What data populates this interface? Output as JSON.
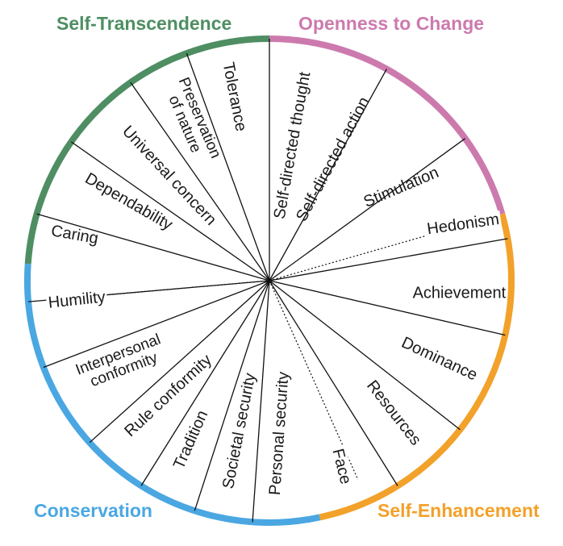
{
  "quadrants": [
    {
      "id": "self-transcendence",
      "title": "Self-Transcendence",
      "color": "#4e8e62"
    },
    {
      "id": "openness",
      "title": "Openness to Change",
      "color": "#cc7aae"
    },
    {
      "id": "self-enhancement",
      "title": "Self-Enhancement",
      "color": "#f2a12a"
    },
    {
      "id": "conservation",
      "title": "Conservation",
      "color": "#4aa7e2"
    }
  ],
  "values": [
    {
      "id": "self-directed-thought",
      "lines": [
        "Self-directed thought"
      ],
      "quadrant": "openness"
    },
    {
      "id": "self-directed-action",
      "lines": [
        "Self-directed action"
      ],
      "quadrant": "openness"
    },
    {
      "id": "stimulation",
      "lines": [
        "Stimulation"
      ],
      "quadrant": "openness"
    },
    {
      "id": "hedonism",
      "lines": [
        "Hedonism"
      ],
      "quadrant": "openness/self-enhancement"
    },
    {
      "id": "achievement",
      "lines": [
        "Achievement"
      ],
      "quadrant": "self-enhancement"
    },
    {
      "id": "dominance",
      "lines": [
        "Dominance"
      ],
      "quadrant": "self-enhancement"
    },
    {
      "id": "resources",
      "lines": [
        "Resources"
      ],
      "quadrant": "self-enhancement"
    },
    {
      "id": "face",
      "lines": [
        "Face"
      ],
      "quadrant": "self-enhancement/conservation"
    },
    {
      "id": "personal-security",
      "lines": [
        "Personal security"
      ],
      "quadrant": "conservation"
    },
    {
      "id": "societal-security",
      "lines": [
        "Societal security"
      ],
      "quadrant": "conservation"
    },
    {
      "id": "tradition",
      "lines": [
        "Tradition"
      ],
      "quadrant": "conservation"
    },
    {
      "id": "rule-conformity",
      "lines": [
        "Rule conformity"
      ],
      "quadrant": "conservation"
    },
    {
      "id": "interpersonal-conformity",
      "lines": [
        "Interpersonal",
        "conformity"
      ],
      "quadrant": "conservation"
    },
    {
      "id": "humility",
      "lines": [
        "Humility"
      ],
      "quadrant": "conservation/self-transcendence"
    },
    {
      "id": "caring",
      "lines": [
        "Caring"
      ],
      "quadrant": "self-transcendence"
    },
    {
      "id": "dependability",
      "lines": [
        "Dependability"
      ],
      "quadrant": "self-transcendence"
    },
    {
      "id": "universal-concern",
      "lines": [
        "Universal concern"
      ],
      "quadrant": "self-transcendence"
    },
    {
      "id": "preservation-of-nature",
      "lines": [
        "Preservation",
        "of nature"
      ],
      "quadrant": "self-transcendence"
    },
    {
      "id": "tolerance",
      "lines": [
        "Tolerance"
      ],
      "quadrant": "self-transcendence"
    }
  ]
}
